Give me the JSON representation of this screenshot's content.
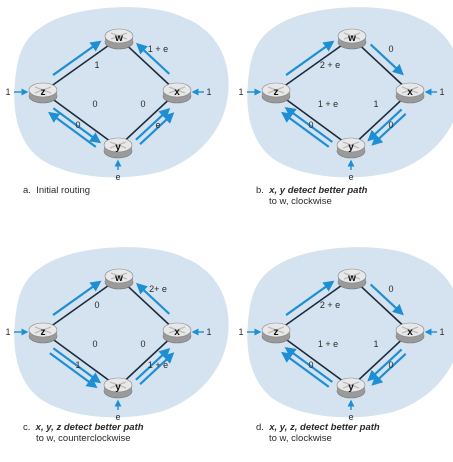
{
  "panels": [
    {
      "id": "a",
      "caption": {
        "letter": "a.",
        "lines": [
          "Initial routing"
        ]
      },
      "nodes": {
        "w": "w",
        "x": "x",
        "y": "y",
        "z": "z"
      },
      "ext": {
        "z": "1",
        "x": "1",
        "y": "e"
      },
      "links": {
        "zw": [
          "1"
        ],
        "wx": [
          "1 + e"
        ],
        "zy": [
          "0",
          "0"
        ],
        "xy": [
          "0",
          "e"
        ]
      },
      "flows": [
        {
          "from": "z",
          "to": "w",
          "path": "zw"
        },
        {
          "from": "x",
          "to": "w",
          "path": "xw"
        },
        {
          "from": "z",
          "to": "y",
          "path": "zy-a"
        },
        {
          "from": "y",
          "to": "z",
          "path": "yz-b"
        },
        {
          "from": "y",
          "to": "x",
          "path": "yx-b"
        },
        {
          "from": "y",
          "to": "x",
          "path": "yx-a"
        }
      ]
    },
    {
      "id": "b",
      "caption": {
        "letter": "b.",
        "lines": [
          "x, y detect better path",
          "to w, clockwise"
        ],
        "italic_words": [
          "x,",
          "y",
          "w,"
        ]
      },
      "nodes": {
        "w": "w",
        "x": "x",
        "y": "y",
        "z": "z"
      },
      "ext": {
        "z": "1",
        "x": "1",
        "y": "e"
      },
      "links": {
        "zw": [
          "2 + e"
        ],
        "wx": [
          "0"
        ],
        "zy": [
          "1 + e",
          "0"
        ],
        "xy": [
          "1",
          "0"
        ]
      },
      "flows": [
        {
          "from": "z",
          "to": "w",
          "path": "zw"
        },
        {
          "from": "w",
          "to": "x",
          "path": "wx"
        },
        {
          "from": "y",
          "to": "z",
          "path": "yz-a"
        },
        {
          "from": "y",
          "to": "z",
          "path": "yz-b"
        },
        {
          "from": "x",
          "to": "y",
          "path": "xy-a"
        },
        {
          "from": "x",
          "to": "y",
          "path": "xy-b"
        }
      ]
    },
    {
      "id": "c",
      "caption": {
        "letter": "c.",
        "lines": [
          "x, y, z detect better path",
          "to w, counterclockwise"
        ]
      },
      "nodes": {
        "w": "w",
        "x": "x",
        "y": "y",
        "z": "z"
      },
      "ext": {
        "z": "1",
        "x": "1",
        "y": "e"
      },
      "links": {
        "zw": [
          "0"
        ],
        "wx": [
          "2+ e"
        ],
        "zy": [
          "0",
          "1"
        ],
        "xy": [
          "0",
          "1 + e"
        ]
      },
      "flows": [
        {
          "from": "z",
          "to": "w",
          "path": "zw"
        },
        {
          "from": "x",
          "to": "w",
          "path": "xw"
        },
        {
          "from": "z",
          "to": "y",
          "path": "zy-a"
        },
        {
          "from": "z",
          "to": "y",
          "path": "zy-b"
        },
        {
          "from": "y",
          "to": "x",
          "path": "yx-a"
        },
        {
          "from": "y",
          "to": "x",
          "path": "yx-b"
        }
      ]
    },
    {
      "id": "d",
      "caption": {
        "letter": "d.",
        "lines": [
          "x, y, z, detect better path",
          "to w, clockwise"
        ]
      },
      "nodes": {
        "w": "w",
        "x": "x",
        "y": "y",
        "z": "z"
      },
      "ext": {
        "z": "1",
        "x": "1",
        "y": "e"
      },
      "links": {
        "zw": [
          "2 + e"
        ],
        "wx": [
          "0"
        ],
        "zy": [
          "1 + e",
          "0"
        ],
        "xy": [
          "1",
          "0"
        ]
      },
      "flows": [
        {
          "from": "z",
          "to": "w",
          "path": "zw"
        },
        {
          "from": "w",
          "to": "x",
          "path": "wx"
        },
        {
          "from": "y",
          "to": "z",
          "path": "yz-a"
        },
        {
          "from": "y",
          "to": "z",
          "path": "yz-b"
        },
        {
          "from": "x",
          "to": "y",
          "path": "xy-a"
        },
        {
          "from": "x",
          "to": "y",
          "path": "xy-b"
        }
      ]
    }
  ],
  "colors": {
    "cloud": "#d5e3f0",
    "link": "#1c2c3c",
    "flow": "#1f8fd3",
    "router_top": "#e8e8e8",
    "router_side": "#9a9a9a",
    "text": "#2b2b2b"
  }
}
